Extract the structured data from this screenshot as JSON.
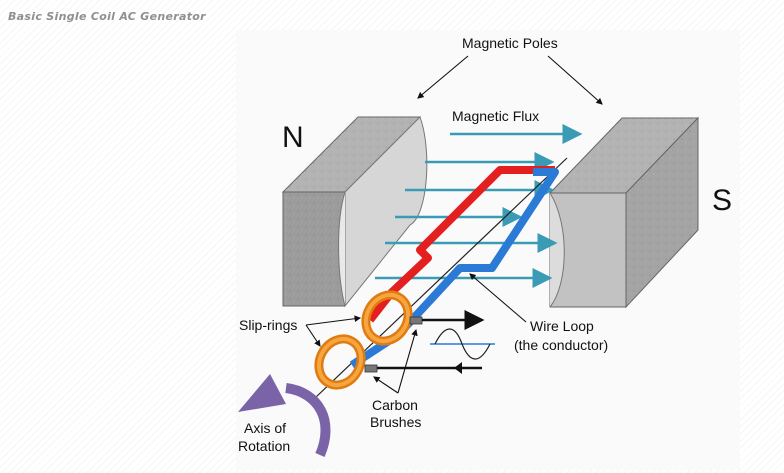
{
  "page": {
    "title": "Basic Single Coil AC Generator"
  },
  "diagram": {
    "labels": {
      "magnetic_poles": "Magnetic Poles",
      "magnetic_flux": "Magnetic Flux",
      "north": "N",
      "south": "S",
      "slip_rings": "Slip-rings",
      "wire_loop_line1": "Wire Loop",
      "wire_loop_line2": "(the conductor)",
      "carbon_line1": "Carbon",
      "carbon_line2": "Brushes",
      "axis_line1": "Axis of",
      "axis_line2": "Rotation"
    },
    "colors": {
      "red_wire": "#e41f1f",
      "blue_wire": "#2b7ad6",
      "flux_arrow": "#3a9bb5",
      "slip_ring": "#f08a1c",
      "rotation_arrow": "#7b63a8",
      "magnet_face": "#c8c8c8"
    }
  }
}
